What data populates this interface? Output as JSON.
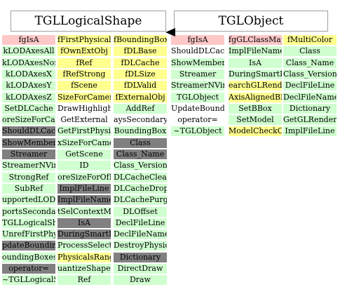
{
  "classes": [
    {
      "title": "TGLLogicalShape",
      "columns": [
        [
          {
            "t": "fgIsA",
            "c": "pink"
          },
          {
            "t": "kLODAxesAll",
            "c": "green"
          },
          {
            "t": "kLODAxesNone",
            "c": "green"
          },
          {
            "t": "kLODAxesX",
            "c": "green"
          },
          {
            "t": "kLODAxesY",
            "c": "green"
          },
          {
            "t": "kLODAxesZ",
            "c": "green"
          },
          {
            "t": "SetDLCache",
            "c": "green"
          },
          {
            "t": "oreSizeForCamera",
            "c": "green"
          },
          {
            "t": "ShouldDLCache",
            "c": "gray"
          },
          {
            "t": "ShowMembers",
            "c": "gray"
          },
          {
            "t": "Streamer",
            "c": "gray"
          },
          {
            "t": "StreamerNVirtual",
            "c": "green"
          },
          {
            "t": "StrongRef",
            "c": "green"
          },
          {
            "t": "SubRef",
            "c": "green"
          },
          {
            "t": "upportedLODAxes",
            "c": "green"
          },
          {
            "t": "portsSecondarySele",
            "c": "green"
          },
          {
            "t": "TGLLogicalShape",
            "c": "green"
          },
          {
            "t": "UnrefFirstPhysical",
            "c": "green"
          },
          {
            "t": "pdateBoundingBox",
            "c": "gray"
          },
          {
            "t": "oundingBoxesOfPhy",
            "c": "green"
          },
          {
            "t": "operator=",
            "c": "gray"
          },
          {
            "t": "~TGLLogicalShape",
            "c": "green"
          }
        ],
        [
          {
            "t": "fFirstPhysical",
            "c": "yellow"
          },
          {
            "t": "fOwnExtObj",
            "c": "yellow"
          },
          {
            "t": "fRef",
            "c": "yellow"
          },
          {
            "t": "fRefStrong",
            "c": "yellow"
          },
          {
            "t": "fScene",
            "c": "yellow"
          },
          {
            "t": "SizeForCameraExte",
            "c": "yellow"
          },
          {
            "t": "DrawHighlight",
            "c": "white"
          },
          {
            "t": "GetExternal",
            "c": "white"
          },
          {
            "t": "GetFirstPhysical",
            "c": "green"
          },
          {
            "t": "xSizeForCameraInt",
            "c": "green"
          },
          {
            "t": "GetScene",
            "c": "green"
          },
          {
            "t": "ID",
            "c": "green"
          },
          {
            "t": "oreSizeForOfInterest",
            "c": "green"
          },
          {
            "t": "ImplFileLine",
            "c": "gray"
          },
          {
            "t": "ImplFileName",
            "c": "gray"
          },
          {
            "t": "tSelContextMenu",
            "c": "green"
          },
          {
            "t": "IsA",
            "c": "gray"
          },
          {
            "t": "DuringSmartRefresh",
            "c": "gray"
          },
          {
            "t": "ProcessSelection",
            "c": "green"
          },
          {
            "t": "PhysicalsRange",
            "c": "yellow"
          },
          {
            "t": "uantizeShapeLOD",
            "c": "green"
          },
          {
            "t": "Ref",
            "c": "green"
          }
        ],
        [
          {
            "t": "fBoundingBox",
            "c": "yellow"
          },
          {
            "t": "fDLBase",
            "c": "yellow"
          },
          {
            "t": "fDLCache",
            "c": "yellow"
          },
          {
            "t": "fDLSize",
            "c": "yellow"
          },
          {
            "t": "fDLValid",
            "c": "yellow"
          },
          {
            "t": "fExternalObj",
            "c": "yellow"
          },
          {
            "t": "AddRef",
            "c": "green"
          },
          {
            "t": "aysSecondarySelect",
            "c": "white"
          },
          {
            "t": "BoundingBox",
            "c": "green"
          },
          {
            "t": "Class",
            "c": "gray"
          },
          {
            "t": "Class_Name",
            "c": "gray"
          },
          {
            "t": "Class_Version",
            "c": "green"
          },
          {
            "t": "DLCacheClear",
            "c": "green"
          },
          {
            "t": "DLCacheDrop",
            "c": "green"
          },
          {
            "t": "DLCachePurge",
            "c": "green"
          },
          {
            "t": "DLOffset",
            "c": "green"
          },
          {
            "t": "DeclFileLine",
            "c": "green"
          },
          {
            "t": "DeclFileName",
            "c": "green"
          },
          {
            "t": "DestroyPhysicals",
            "c": "green"
          },
          {
            "t": "Dictionary",
            "c": "gray"
          },
          {
            "t": "DirectDraw",
            "c": "green"
          },
          {
            "t": "Draw",
            "c": "green"
          }
        ]
      ]
    },
    {
      "title": "TGLObject",
      "columns": [
        [
          {
            "t": "fgIsA",
            "c": "pink"
          },
          {
            "t": "ShouldDLCache",
            "c": "white"
          },
          {
            "t": "ShowMembers",
            "c": "green"
          },
          {
            "t": "Streamer",
            "c": "green"
          },
          {
            "t": "StreamerNVirtual",
            "c": "green"
          },
          {
            "t": "TGLObject",
            "c": "green"
          },
          {
            "t": "UpdateBoundingBox",
            "c": "white"
          },
          {
            "t": "operator=",
            "c": "white"
          },
          {
            "t": "~TGLObject",
            "c": "green"
          }
        ],
        [
          {
            "t": "fgGLClassMap",
            "c": "pink"
          },
          {
            "t": "ImplFileName",
            "c": "green"
          },
          {
            "t": "IsA",
            "c": "green"
          },
          {
            "t": "DuringSmartRefresh",
            "c": "green"
          },
          {
            "t": "earchGLRenderer",
            "c": "yellow"
          },
          {
            "t": "AxisAlignedBBox",
            "c": "yellow"
          },
          {
            "t": "SetBBox",
            "c": "green"
          },
          {
            "t": "SetModel",
            "c": "green"
          },
          {
            "t": "ModelCheckClass",
            "c": "yellow"
          }
        ],
        [
          {
            "t": "fMultiColor",
            "c": "yellow"
          },
          {
            "t": "Class",
            "c": "green"
          },
          {
            "t": "Class_Name",
            "c": "green"
          },
          {
            "t": "Class_Version",
            "c": "green"
          },
          {
            "t": "DeclFileLine",
            "c": "green"
          },
          {
            "t": "DeclFileName",
            "c": "green"
          },
          {
            "t": "Dictionary",
            "c": "green"
          },
          {
            "t": "GetGLRenderer",
            "c": "green"
          },
          {
            "t": "ImplFileLine",
            "c": "green"
          }
        ]
      ]
    }
  ],
  "colors": {
    "pink": "#ffc8c8",
    "green": "#d0ffd0",
    "yellow": "#ffff90",
    "gray": "#808080",
    "border": "#a0a0a0",
    "arrow": "#000000"
  }
}
